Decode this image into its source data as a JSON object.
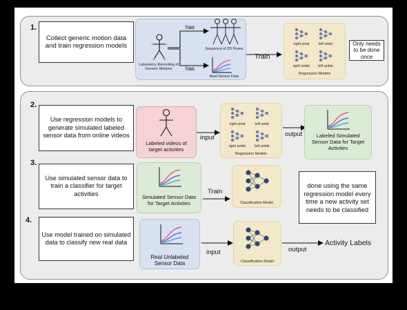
{
  "section1": {
    "number": "1.",
    "task": "Collect generic motion data and train regression models",
    "lab_label": "Laboratory Recording of Generic Motions",
    "has_top": "has",
    "has_bottom": "has",
    "poses_label": "Sequence of 2D Poses",
    "sensor_label": "Real Sensor Data",
    "train_label": "Train",
    "regression_models_label": "Regression Models",
    "joints": [
      "right wrist",
      "left wrist",
      "right ankle",
      "left ankle"
    ],
    "note": "Only needs to be done once"
  },
  "section2": {
    "number": "2.",
    "task": "Use regression models to generate simulated labeled sensor data from online videos",
    "videos_label": "Labeled videos of target activities",
    "input_label": "input",
    "regression_models_label": "Regression Models",
    "joints": [
      "right wrist",
      "left wrist",
      "right ankle",
      "left ankle"
    ],
    "output_label": "output",
    "result_label": "Labeled Simulated Sensor Data for Target Activties"
  },
  "section3": {
    "number": "3.",
    "task": "Use simulated sensor data to train a classifier for target activities",
    "data_label": "Simulated Sensor Data for Target Activties",
    "train_label": "Train",
    "model_label": "Classification Model",
    "note": "done using the same regression model every time a new activity set needs to be classified"
  },
  "section4": {
    "number": "4.",
    "task": "Use model trained on simulated data to classify new real data",
    "data_label": "Real Unlabeled Sensor Data",
    "input_label": "input",
    "model_label": "Classification Model",
    "output_label": "output",
    "result_label": "Activity Labels"
  },
  "colors": {
    "pink_card": "#f5d3d4",
    "green_card": "#dcebd6",
    "blue_card": "#d8e1ef",
    "tan_card": "#f3e8c9",
    "panel": "#ececec",
    "plot_lines": [
      "#e05a8a",
      "#7d5bd6",
      "#3da9d6"
    ]
  }
}
